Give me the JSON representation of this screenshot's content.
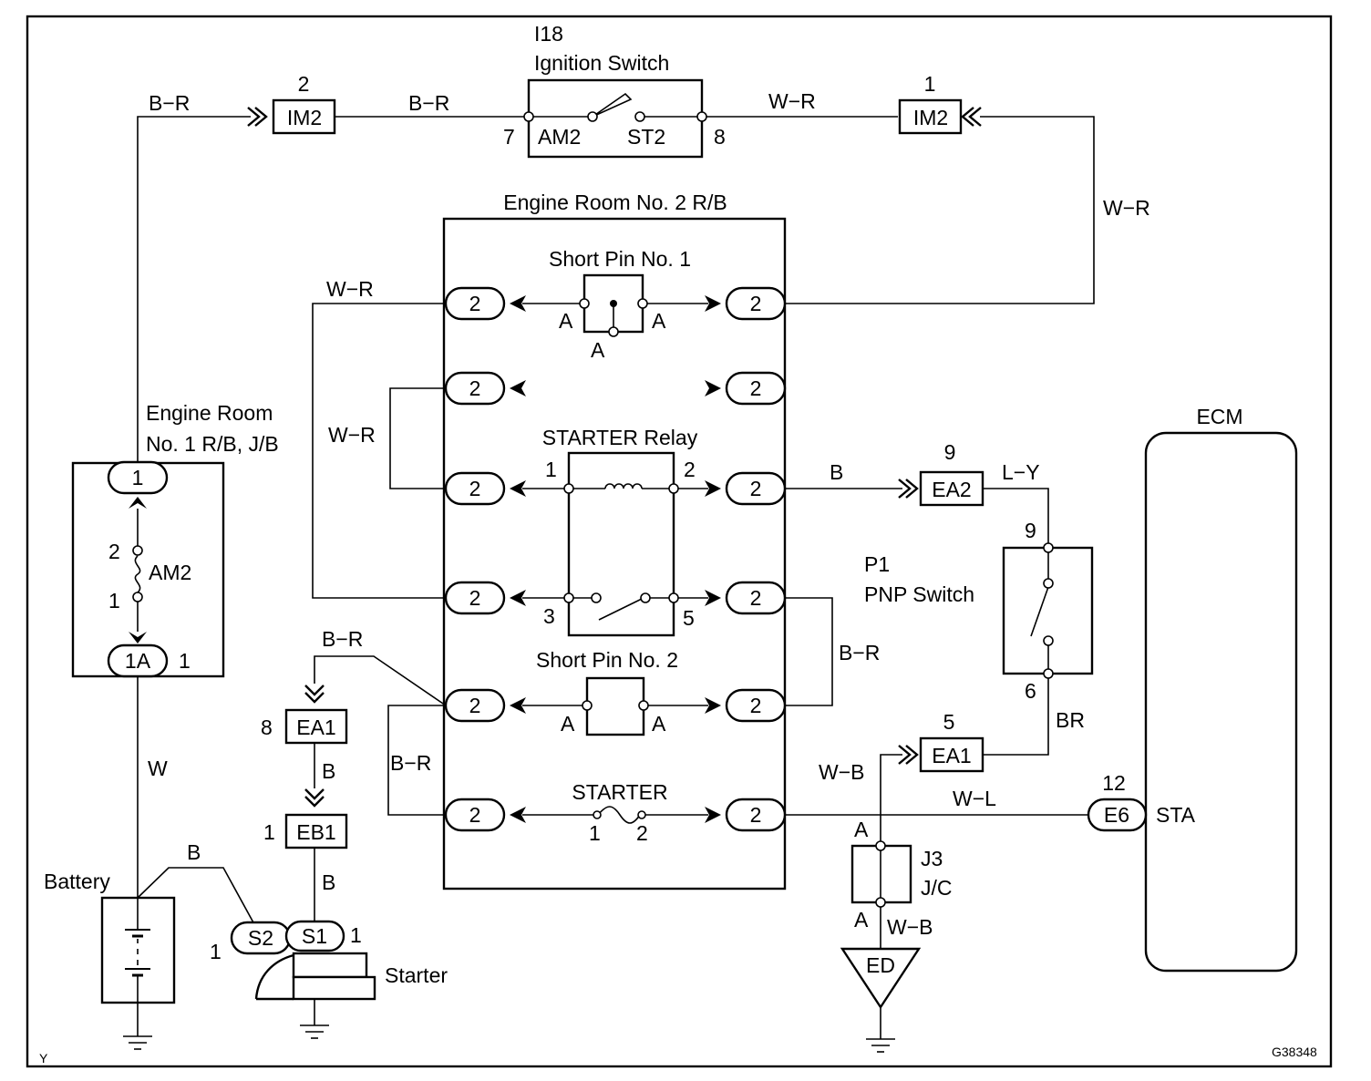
{
  "figure_id": "G38348",
  "corner_mark": "Y",
  "components": {
    "ignition_switch": {
      "ref": "I18",
      "name": "Ignition Switch",
      "pin_am2": "AM2",
      "pin_st2": "ST2",
      "pin_left": "7",
      "pin_right": "8"
    },
    "im2_left": {
      "label": "IM2",
      "pin": "2"
    },
    "im2_right": {
      "label": "IM2",
      "pin": "1"
    },
    "engine_room_2": {
      "name": "Engine Room No. 2 R/B",
      "conn": "2"
    },
    "engine_room_1": {
      "name_line1": "Engine Room",
      "name_line2": "No. 1 R/B, J/B",
      "conn_top": "1",
      "conn_bottom": "1A",
      "pin_bottom": "1",
      "fuse": "AM2",
      "fuse_pin_top": "2",
      "fuse_pin_bottom": "1"
    },
    "short_pin_1": {
      "name": "Short Pin No. 1",
      "pin": "A"
    },
    "short_pin_2": {
      "name": "Short Pin No. 2",
      "pin": "A"
    },
    "starter_relay": {
      "name": "STARTER Relay",
      "pin1": "1",
      "pin2": "2",
      "pin3": "3",
      "pin5": "5"
    },
    "starter_fuse": {
      "name": "STARTER",
      "pin1": "1",
      "pin2": "2"
    },
    "ea2": {
      "label": "EA2",
      "pin": "9"
    },
    "pnp_switch": {
      "ref": "P1",
      "name": "PNP Switch",
      "pin_top": "9",
      "pin_bottom": "6"
    },
    "ea1_right": {
      "label": "EA1",
      "pin": "5"
    },
    "ea1_left": {
      "label": "EA1",
      "pin": "8"
    },
    "eb1": {
      "label": "EB1",
      "pin": "1"
    },
    "ecm": {
      "name": "ECM",
      "connector": "E6",
      "pin": "12",
      "terminal": "STA"
    },
    "j3": {
      "ref": "J3",
      "name": "J/C",
      "pin": "A"
    },
    "ground_ed": {
      "label": "ED"
    },
    "battery": {
      "name": "Battery"
    },
    "starter": {
      "name": "Starter",
      "s1": "S1",
      "s1_pin": "1",
      "s2": "S2",
      "s2_pin": "1"
    }
  },
  "wires": {
    "br": "B−R",
    "wr": "W−R",
    "b": "B",
    "ly": "L−Y",
    "br_brown": "BR",
    "wb": "W−B",
    "wl": "W−L",
    "w": "W"
  }
}
